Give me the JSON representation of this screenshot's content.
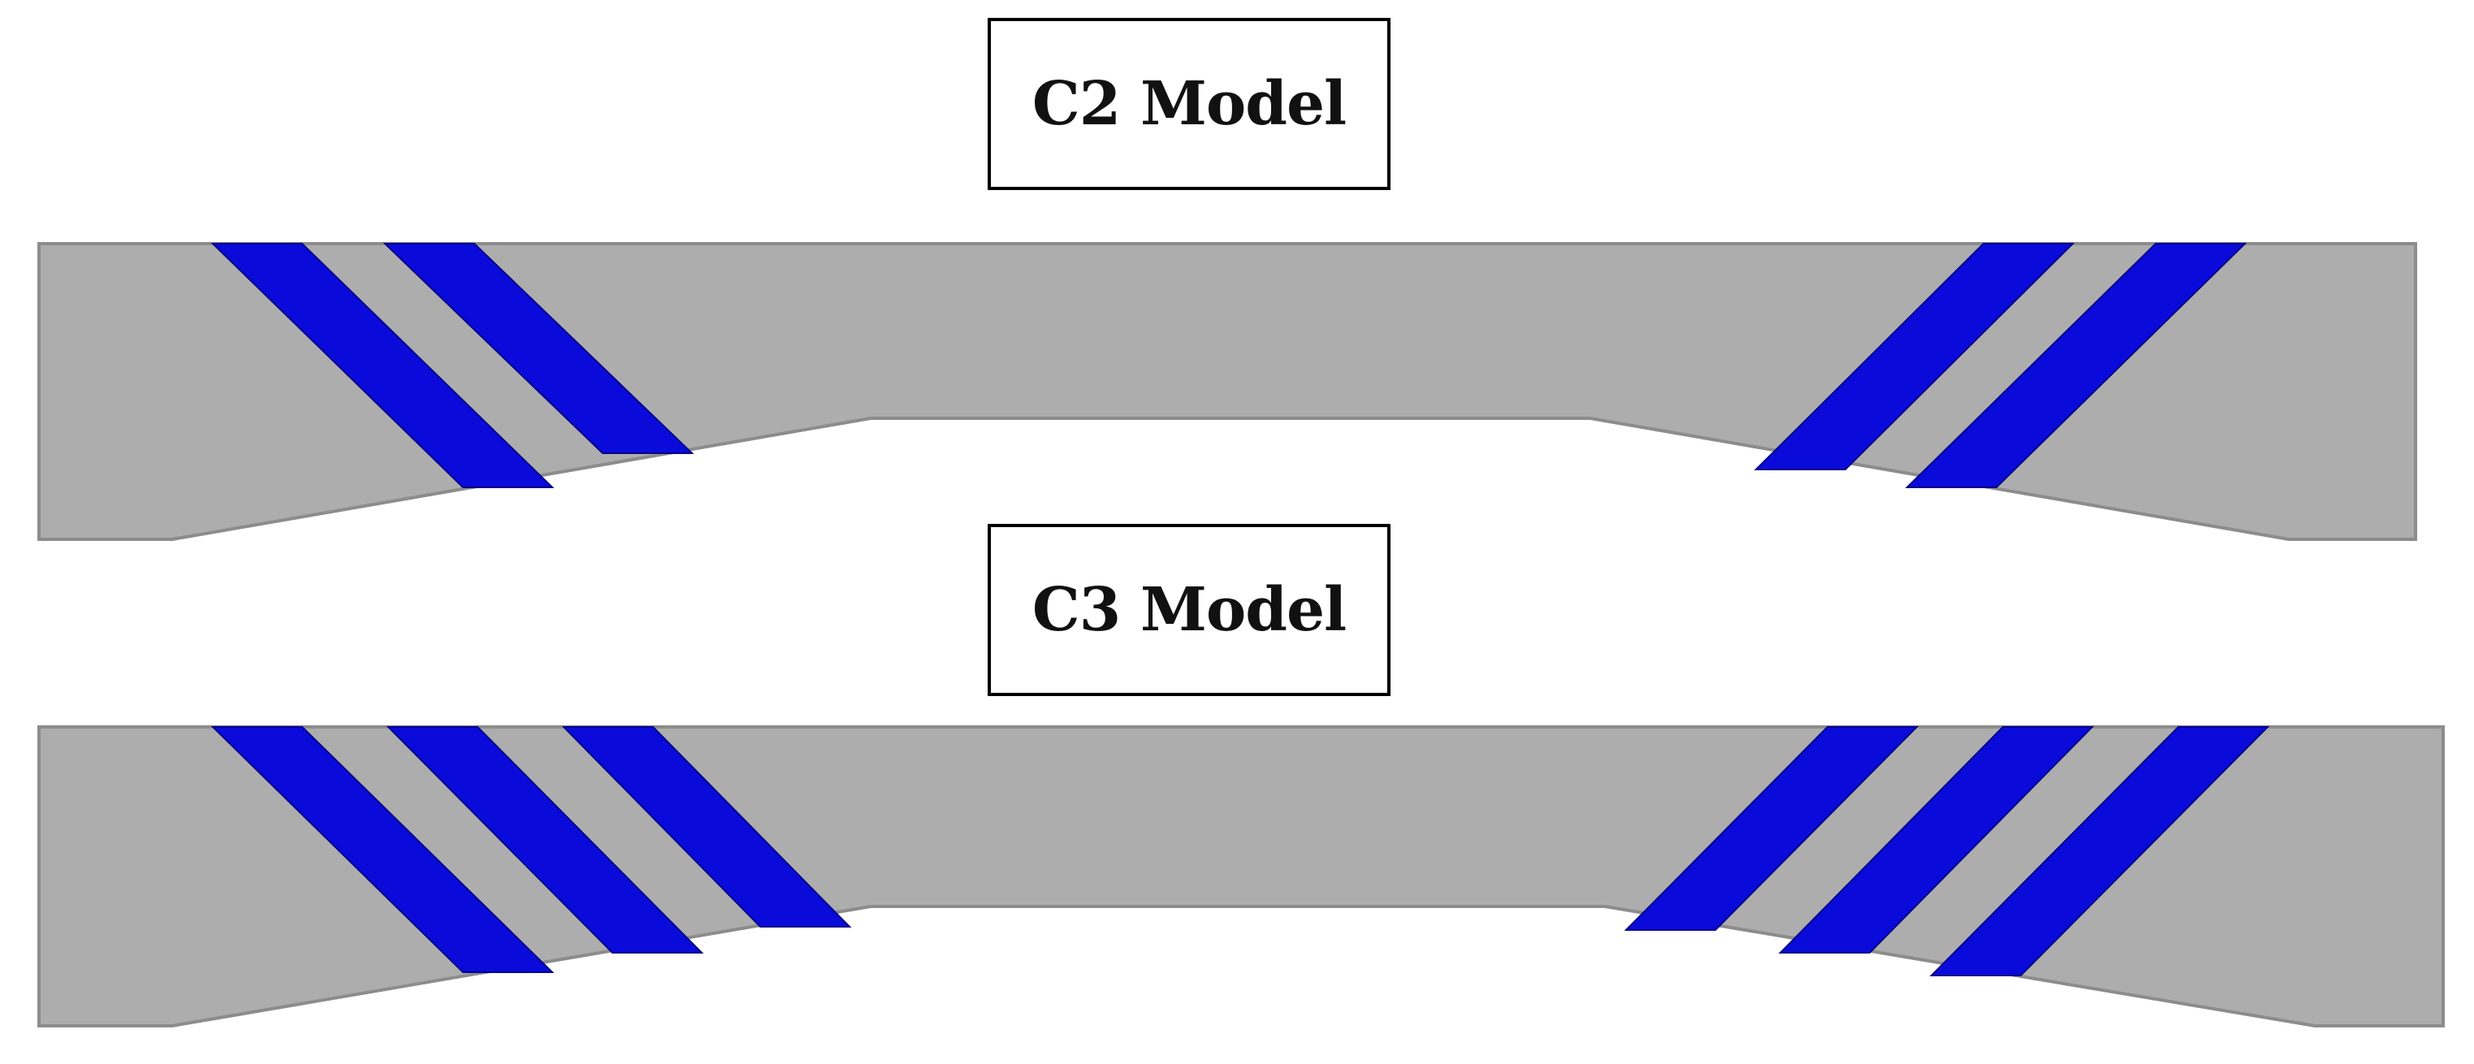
{
  "models": [
    {
      "id": "c2",
      "label": "C2 Model",
      "strips_per_side": 2
    },
    {
      "id": "c3",
      "label": "C3 Model",
      "strips_per_side": 3
    }
  ],
  "colors": {
    "beam_fill": "#adadad",
    "beam_edge": "#8c8c8c",
    "cfrp_strip": "#0a0adb",
    "cfrp_strip_dark": "#05058a",
    "background": "#ffffff",
    "label_border": "#000000"
  }
}
